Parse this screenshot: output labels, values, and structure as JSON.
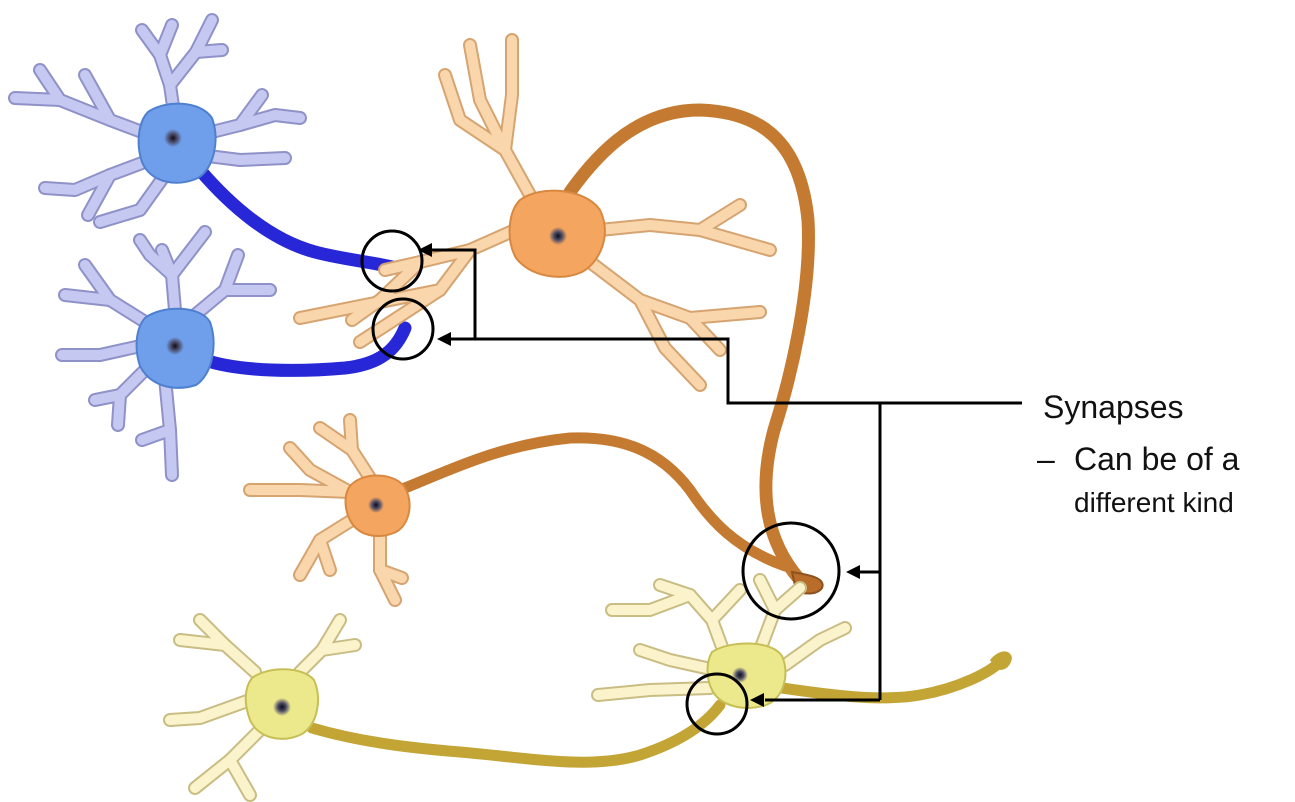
{
  "annotation": {
    "title": "Synapses",
    "bullet_marker": "–",
    "bullet_line1": "Can be of a",
    "bullet_line2": "different kind"
  },
  "colors": {
    "blue_neuron_fill": "#c5c8f0",
    "blue_neuron_stroke": "#8f92c8",
    "blue_soma": "#6f9eea",
    "blue_axon": "#2727d8",
    "orange_neuron_fill": "#fad6ac",
    "orange_neuron_stroke": "#d6a470",
    "orange_soma": "#f4a55f",
    "orange_axon": "#c47a30",
    "yellow_neuron_fill": "#fbf3cb",
    "yellow_neuron_stroke": "#c9bd84",
    "yellow_soma": "#ece88c",
    "yellow_axon": "#c2a535",
    "nucleus": "#1a1a30",
    "annotation_line": "#000000"
  }
}
